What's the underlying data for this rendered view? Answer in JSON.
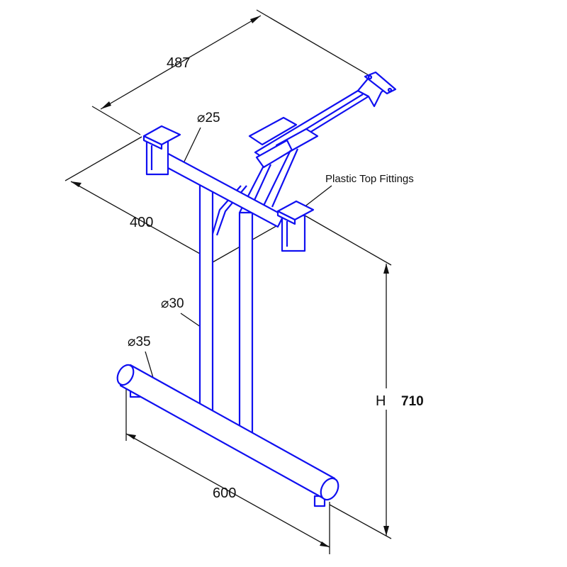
{
  "title": "T-leg table base with folding bracket",
  "dimensions": {
    "depth": "487",
    "width_top": "400",
    "base_length": "600",
    "height_label": "H",
    "height_value": "710"
  },
  "diameters": {
    "top_rail": "⌀25",
    "column": "⌀30",
    "base_tube": "⌀35"
  },
  "callouts": {
    "fittings": "Plastic Top Fittings"
  },
  "colors": {
    "drawing": "#1010f0",
    "dimension": "#111111"
  }
}
